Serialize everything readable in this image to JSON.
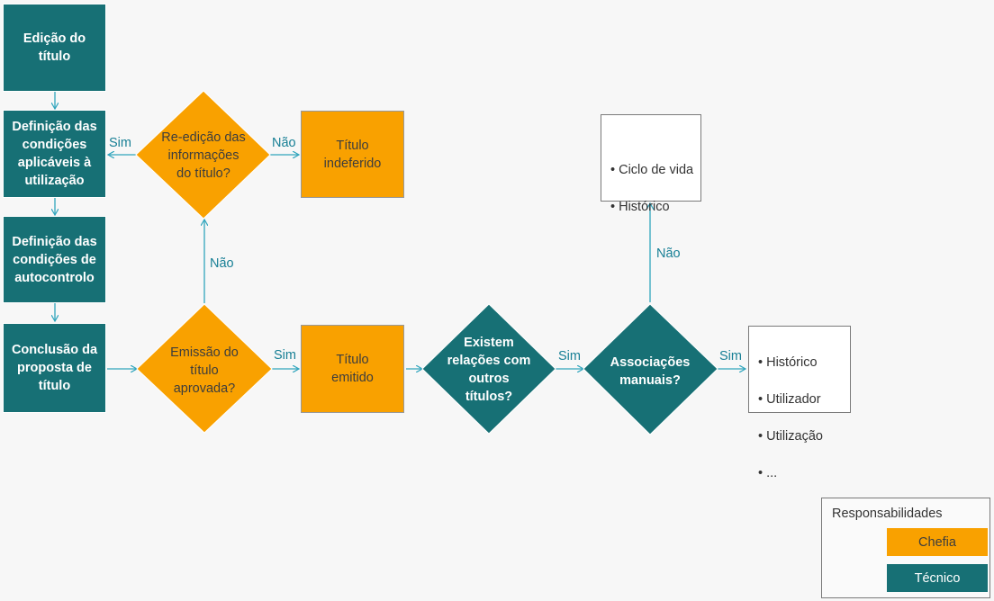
{
  "nodes": {
    "edicao": "Edição do\ntítulo",
    "definicao_condicoes": "Definição das\ncondições\naplicáveis à\nutilização",
    "definicao_autocontrolo": "Definição das\ncondições de\nautocontrolo",
    "conclusao": "Conclusão da\nproposta de\ntítulo",
    "reedicao": "Re-edição das\ninformações\ndo título?",
    "indeferido": "Título\nindeferido",
    "emissao": "Emissão do\ntítulo\naprovada?",
    "emitido": "Título\nemitido",
    "existem": "Existem\nrelações com\noutros\ntítulos?",
    "associacoes": "Associações\nmanuais?"
  },
  "notes": {
    "ciclo": [
      "Ciclo de vida",
      "Histórico"
    ],
    "historico": [
      "Histórico",
      "Utilizador",
      "Utilização",
      "..."
    ]
  },
  "edge_labels": {
    "reedicao_sim": "Sim",
    "reedicao_nao": "Não",
    "emissao_nao": "Não",
    "emissao_sim": "Sim",
    "existem_sim": "Sim",
    "associacoes_nao": "Não",
    "associacoes_sim": "Sim"
  },
  "legend": {
    "title": "Responsabilidades",
    "chefia": "Chefia",
    "tecnico": "Técnico"
  },
  "colors": {
    "teal": "#177075",
    "orange": "#f9a100",
    "arrow": "#31a5bd"
  }
}
